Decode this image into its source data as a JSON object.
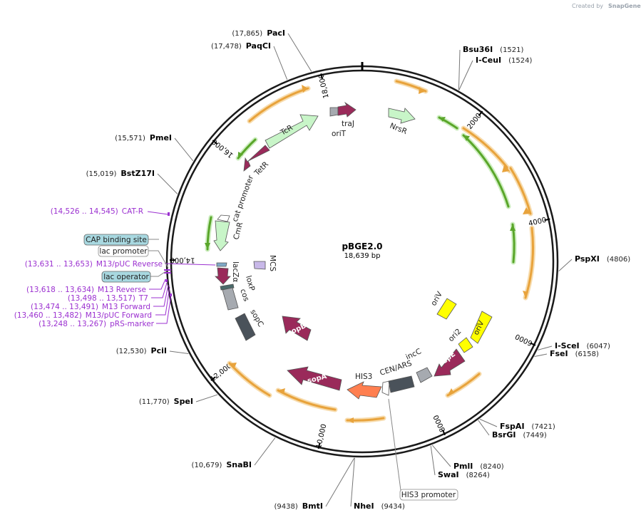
{
  "credit": {
    "prefix": "Created by",
    "brand": "SnapGene"
  },
  "plasmid": {
    "name": "pBGE2.0",
    "size": "18,639 bp",
    "length": 18639
  },
  "ticks": [
    {
      "bp": 2000,
      "label": "2000"
    },
    {
      "bp": 4000,
      "label": "4000"
    },
    {
      "bp": 6000,
      "label": "6000"
    },
    {
      "bp": 8000,
      "label": "8000"
    },
    {
      "bp": 10000,
      "label": "10,000"
    },
    {
      "bp": 12000,
      "label": "12,000"
    },
    {
      "bp": 14000,
      "label": "14,000"
    },
    {
      "bp": 16000,
      "label": "16,000"
    },
    {
      "bp": 18000,
      "label": "18,000"
    }
  ],
  "enzymes": [
    {
      "name": "PacI",
      "pos": "(17,865)",
      "bp": 17865
    },
    {
      "name": "PaqCI",
      "pos": "(17,478)",
      "bp": 17478
    },
    {
      "name": "Bsu36I",
      "pos": "(1521)",
      "bp": 1521
    },
    {
      "name": "I-CeuI",
      "pos": "(1524)",
      "bp": 1524
    },
    {
      "name": "PmeI",
      "pos": "(15,571)",
      "bp": 15571
    },
    {
      "name": "BstZ17I",
      "pos": "(15,019)",
      "bp": 15019
    },
    {
      "name": "PspXI",
      "pos": "(4806)",
      "bp": 4806
    },
    {
      "name": "I-SceI",
      "pos": "(6047)",
      "bp": 6047
    },
    {
      "name": "FseI",
      "pos": "(6158)",
      "bp": 6158
    },
    {
      "name": "FspAI",
      "pos": "(7421)",
      "bp": 7421
    },
    {
      "name": "BsrGI",
      "pos": "(7449)",
      "bp": 7449
    },
    {
      "name": "PmlI",
      "pos": "(8240)",
      "bp": 8240
    },
    {
      "name": "SwaI",
      "pos": "(8264)",
      "bp": 8264
    },
    {
      "name": "PciI",
      "pos": "(12,530)",
      "bp": 12530
    },
    {
      "name": "SpeI",
      "pos": "(11,770)",
      "bp": 11770
    },
    {
      "name": "SnaBI",
      "pos": "(10,679)",
      "bp": 10679
    },
    {
      "name": "BmtI",
      "pos": "(9438)",
      "bp": 9438
    },
    {
      "name": "NheI",
      "pos": "(9434)",
      "bp": 9434
    }
  ],
  "primers": [
    {
      "name": "CAT-R",
      "pos": "(14,526 .. 14,545)"
    },
    {
      "name": "M13/pUC Reverse",
      "pos": "(13,631 .. 13,653)"
    },
    {
      "name": "M13 Reverse",
      "pos": "(13,618 .. 13,634)"
    },
    {
      "name": "T7",
      "pos": "(13,498 .. 13,517)"
    },
    {
      "name": "M13 Forward",
      "pos": "(13,474 .. 13,491)"
    },
    {
      "name": "M13/pUC Forward",
      "pos": "(13,460 .. 13,482)"
    },
    {
      "name": "pRS-marker",
      "pos": "(13,248 .. 13,267)"
    }
  ],
  "boxed_features": [
    {
      "name": "CAP binding site",
      "style": "teal"
    },
    {
      "name": "lac promoter",
      "style": "white"
    },
    {
      "name": "lac operator",
      "style": "teal"
    },
    {
      "name": "HIS3 promoter",
      "style": "white"
    }
  ],
  "features": {
    "TcR": "TcR",
    "TetR": "TetR",
    "traJ": "traJ",
    "oriT": "oriT",
    "NrsR": "NrsR",
    "cat_promoter": "cat promoter",
    "CmR": "CmR",
    "lacZa": "lacZα",
    "MCS": "MCS",
    "loxP": "loxP",
    "cos": "cos",
    "sopC": "sopC",
    "sopB": "sopB",
    "sopA": "sopA",
    "HIS3": "HIS3",
    "CEN_ARS": "CEN/ARS",
    "incC": "incC",
    "repE": "repE",
    "ori2": "ori2",
    "oriV_a": "oriV",
    "oriV_b": "oriV"
  },
  "colors": {
    "backbone": "#1a1a1a",
    "orange_arc": "#e8a33c",
    "orange_glow": "#f7dcae",
    "green_arc": "#5aa62a",
    "green_glow": "#cdeec0",
    "maroon": "#9a2a5a",
    "light_green": "#c8f5c8",
    "yellow": "#ffff00",
    "gray": "#a6aab0",
    "dark_gray": "#4a525a",
    "coral": "#ff7f50",
    "primer_purple": "#9b30d0",
    "teal_box": "#a8d8e0"
  }
}
